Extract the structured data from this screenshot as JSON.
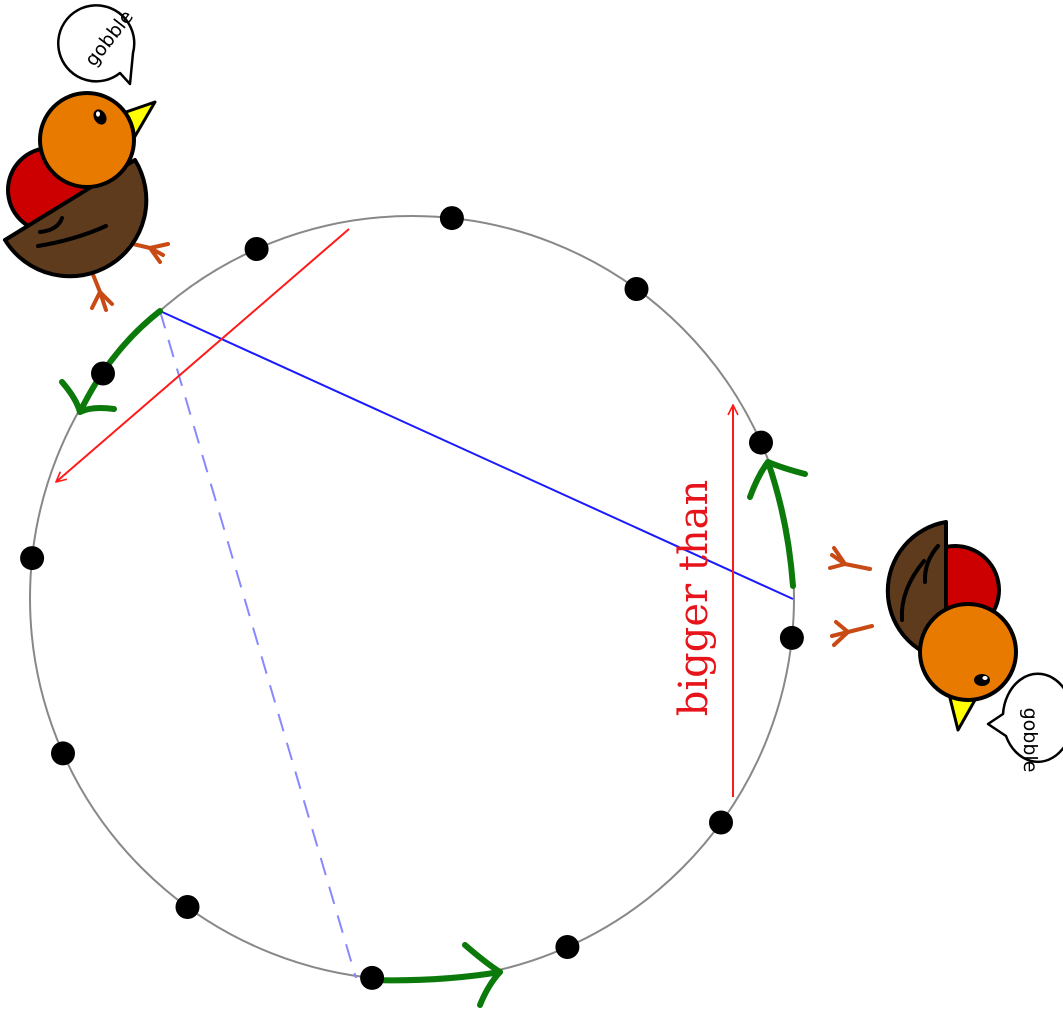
{
  "label": "bigger than",
  "bubble_left": "gobble",
  "bubble_right": "gobble",
  "point_count": 12,
  "colors": {
    "circle": "#888888",
    "point": "#000000",
    "label": "#e8141b",
    "red_arrow": "#ff1a1a",
    "blue_line": "#1a1aff",
    "dashed_line": "#8888ff",
    "green_arrow": "#0b7a0b",
    "bird_head": "#e97a00",
    "bird_body": "#5e3b1d",
    "bird_breast": "#cc0000",
    "bird_beak": "#ffff00",
    "bird_feet": "#c84a14"
  },
  "icons": [
    "bird-icon",
    "speech-bubble-icon",
    "arrow-icon"
  ]
}
